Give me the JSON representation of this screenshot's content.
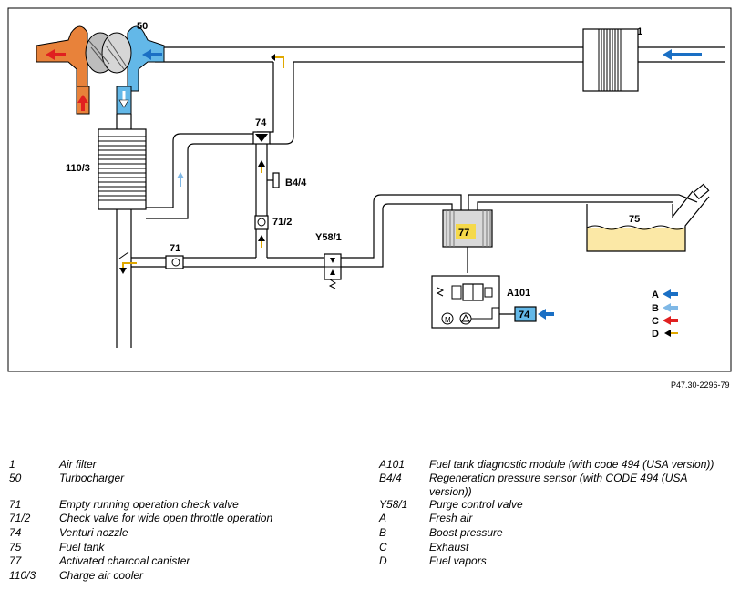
{
  "diagram": {
    "labels": {
      "air_filter": "1",
      "turbocharger": "50",
      "venturi": "74",
      "sensor": "B4/4",
      "charge_cooler": "110/3",
      "check_valve_wot": "71/2",
      "check_valve_empty": "71",
      "purge_valve": "Y58/1",
      "canister": "77",
      "fuel_tank": "75",
      "diag_module": "A101",
      "diag_74": "74",
      "motor": "M"
    },
    "flow_legend": [
      {
        "code": "A",
        "color": "#1a6fc4"
      },
      {
        "code": "B",
        "color": "#7fb8e6"
      },
      {
        "code": "C",
        "color": "#e02020"
      },
      {
        "code": "D",
        "color": "#e0a800"
      }
    ],
    "colors": {
      "hot": "#e8823a",
      "cold": "#63b8e8",
      "tank_fuel": "#fbe8a6",
      "canister_fill": "#f5d94a"
    }
  },
  "reference": "P47.30-2296-79",
  "legend_left": [
    {
      "code": "1",
      "desc": "Air filter"
    },
    {
      "code": "50",
      "desc": "Turbocharger"
    },
    {
      "code": "71",
      "desc": "Empty running operation check valve"
    },
    {
      "code": "71/2",
      "desc": "Check valve for wide open throttle operation"
    },
    {
      "code": "74",
      "desc": "Venturi nozzle"
    },
    {
      "code": "75",
      "desc": "Fuel tank"
    },
    {
      "code": "77",
      "desc": "Activated charcoal canister"
    },
    {
      "code": "110/3",
      "desc": "Charge air cooler"
    }
  ],
  "legend_right": [
    {
      "code": "A101",
      "desc": "Fuel tank diagnostic module (with code 494 (USA version))"
    },
    {
      "code": "B4/4",
      "desc": "Regeneration pressure sensor (with CODE 494 (USA version))"
    },
    {
      "code": "Y58/1",
      "desc": "Purge control valve"
    },
    {
      "code": "A",
      "desc": "Fresh air"
    },
    {
      "code": "B",
      "desc": "Boost pressure"
    },
    {
      "code": "C",
      "desc": "Exhaust"
    },
    {
      "code": "D",
      "desc": "Fuel vapors"
    }
  ]
}
